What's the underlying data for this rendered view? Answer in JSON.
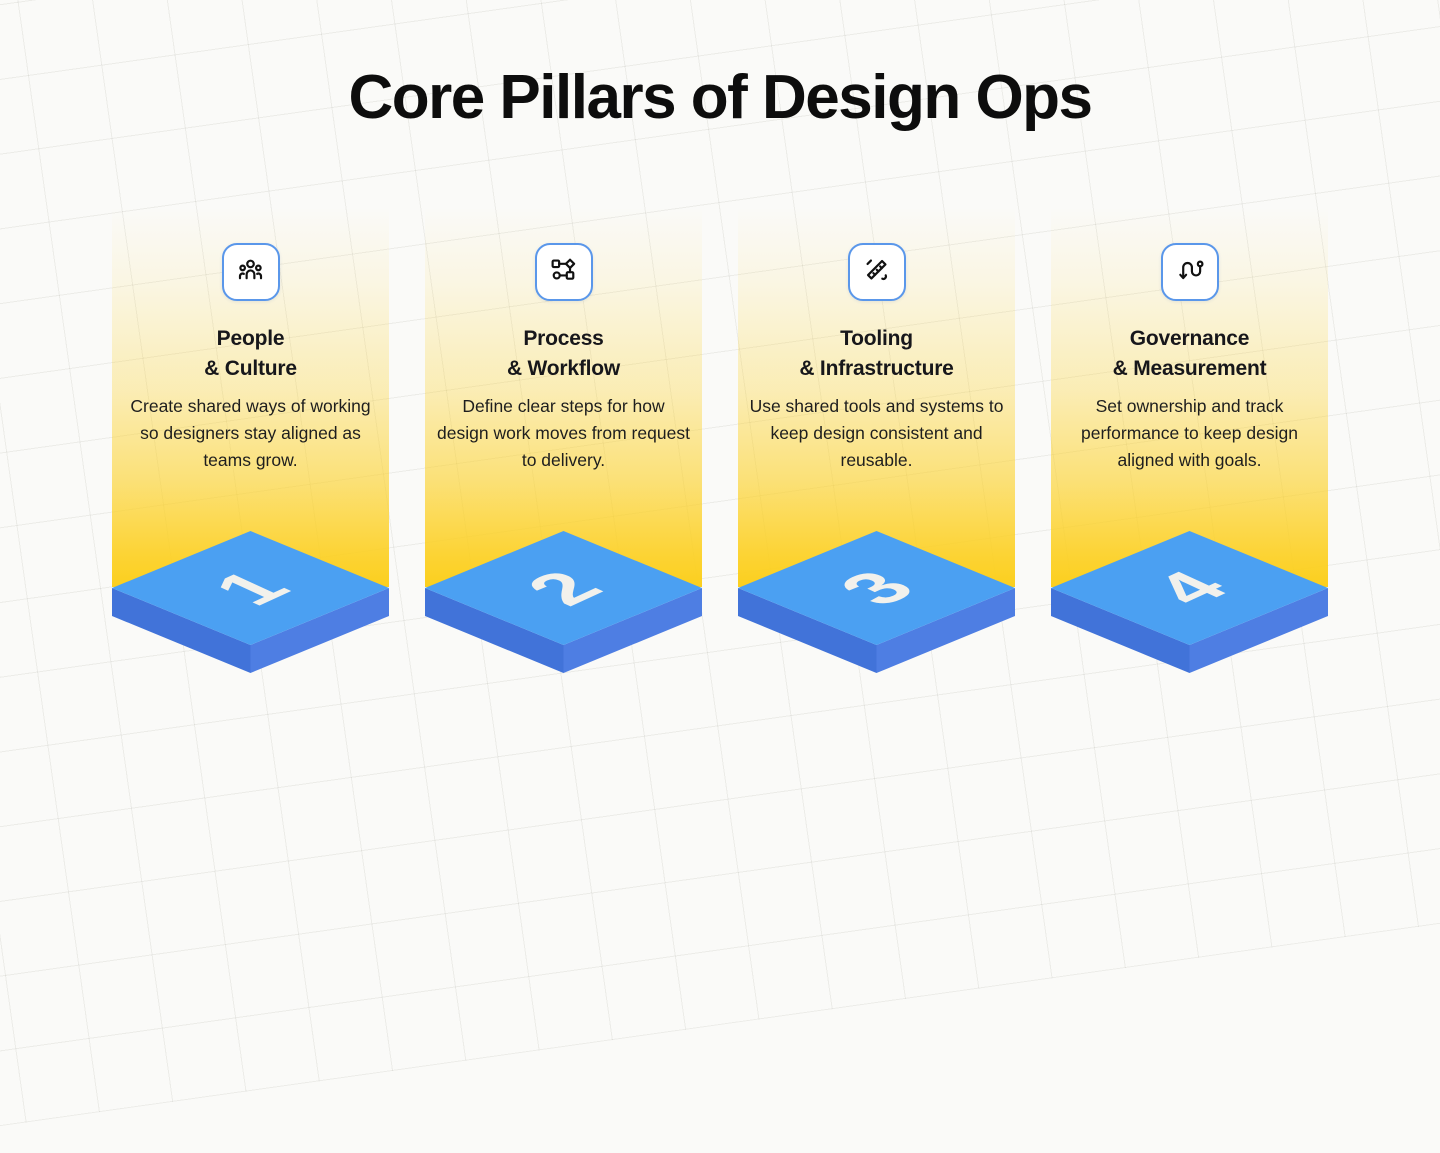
{
  "page": {
    "title": "Core Pillars of Design Ops"
  },
  "colors": {
    "background": "#FAFAF8",
    "card_gold": "#FBCF1E",
    "icon_border_blue": "#5A97EA",
    "platform_top": "#4BA0F2",
    "platform_left": "#4173D9",
    "platform_right": "#4E7EE3",
    "number_white": "#F2F1EC",
    "text_dark": "#17171B"
  },
  "pillars": [
    {
      "number": "1",
      "icon": "people-icon",
      "title_line1": "People",
      "title_line2": "& Culture",
      "description": "Create shared ways of working so designers stay aligned as teams grow."
    },
    {
      "number": "2",
      "icon": "workflow-icon",
      "title_line1": "Process",
      "title_line2": "& Workflow",
      "description": "Define clear steps for how design work moves from request to delivery."
    },
    {
      "number": "3",
      "icon": "pencil-ruler-icon",
      "title_line1": "Tooling",
      "title_line2": "& Infrastructure",
      "description": "Use shared tools and systems to keep design consistent and reusable."
    },
    {
      "number": "4",
      "icon": "route-icon",
      "title_line1": "Governance",
      "title_line2": "& Measurement",
      "description": "Set ownership and track performance to keep design aligned with goals."
    }
  ]
}
